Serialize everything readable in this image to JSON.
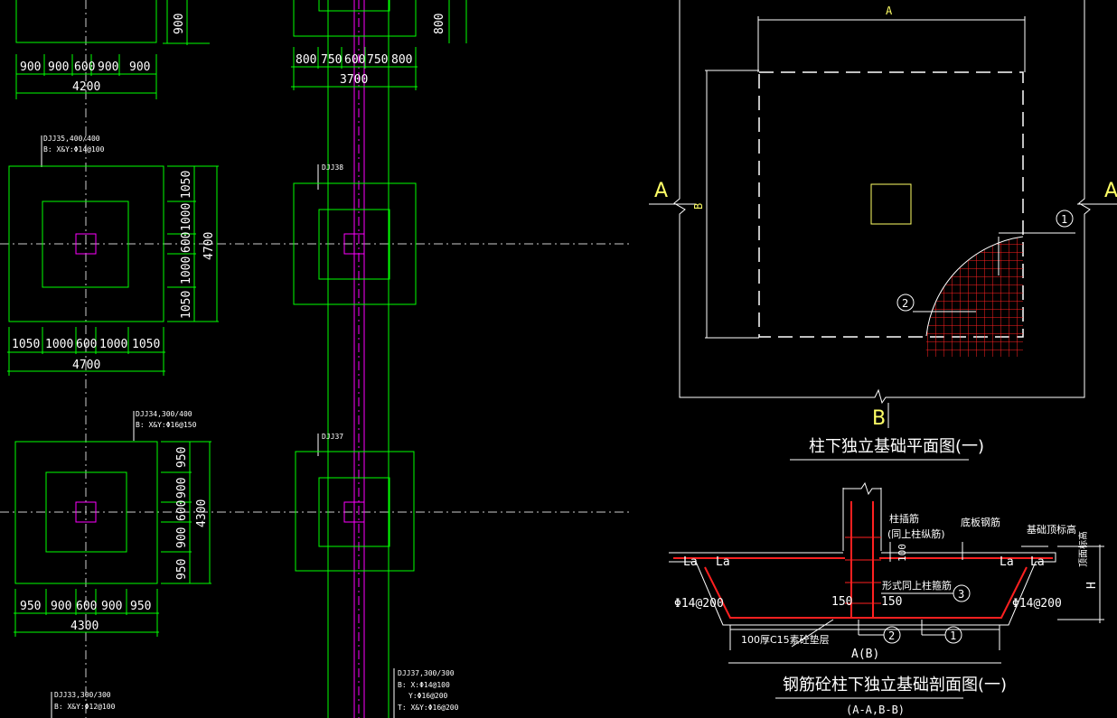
{
  "colors": {
    "background": "#000000",
    "foundation_outline": "#00ff00",
    "column": "#ff00ff",
    "dimension": "#00ff00",
    "rebar": "#ff2020",
    "text": "#ffffff",
    "axis_label": "#ffff66"
  },
  "dims": {
    "top_left_row": [
      "900",
      "900",
      "600",
      "900",
      "900"
    ],
    "top_left_total": "4200",
    "top_left_vertical": "900",
    "top_mid_row": [
      "800",
      "750",
      "600",
      "750",
      "800"
    ],
    "top_mid_total": "3700",
    "top_mid_vertical": "800",
    "fd1_row": [
      "1050",
      "1000",
      "600",
      "1000",
      "1050"
    ],
    "fd1_total": "4700",
    "fd1_vertical": [
      "1050",
      "1000",
      "600",
      "1000",
      "1050"
    ],
    "fd1_vtotal": "4700",
    "fd2_row": [
      "950",
      "900",
      "600",
      "900",
      "950"
    ],
    "fd2_total": "4300",
    "fd2_vertical": [
      "950",
      "900",
      "600",
      "900",
      "950"
    ],
    "fd2_vtotal": "4300"
  },
  "labels": {
    "djj35_a": "DJJ35,400/400",
    "djj35_b": "B: X&Y:Φ14@100",
    "djj38": "DJJ38",
    "djj34_a": "DJJ34,300/400",
    "djj34_b": "B: X&Y:Φ16@150",
    "djj37_tag": "DJJ37",
    "djj33_a": "DJJ33,300/300",
    "djj33_b": "B: X&Y:Φ12@100",
    "djj37_a": "DJJ37,300/300",
    "djj37_b": "B: X:Φ14@100",
    "djj37_c": "Y:Φ16@200",
    "djj37_d": "T: X&Y:Φ16@200"
  },
  "plan": {
    "title": "柱下独立基础平面图(一)",
    "label_A_left": "A",
    "label_A_right": "A",
    "label_A_top": "A",
    "label_B_bottom": "B",
    "dim_B": "B",
    "callout_1": "1",
    "callout_2": "2"
  },
  "section": {
    "title": "钢筋砼柱下独立基础剖面图(一)",
    "subtitle": "(A-A,B-B)",
    "note_column_bar_1": "柱插筋",
    "note_column_bar_2": "(同上柱纵筋)",
    "note_bottom_rebar": "底板钢筋",
    "note_foundation_top": "基础顶标高",
    "note_tie": "形式同上柱箍筋",
    "note_cushion": "100厚C15素砼垫层",
    "la_1": "La",
    "la_2": "La",
    "la_3": "La",
    "la_4": "La",
    "left_rebar": "Φ14@200",
    "right_rebar": "Φ14@200",
    "d150_left": "150",
    "d150_right": "150",
    "d100": "100",
    "dim_H": "H",
    "dim_AB": "A(B)",
    "callout_1": "1",
    "callout_2": "2",
    "callout_3": "3",
    "side_note": "顶面标高"
  }
}
